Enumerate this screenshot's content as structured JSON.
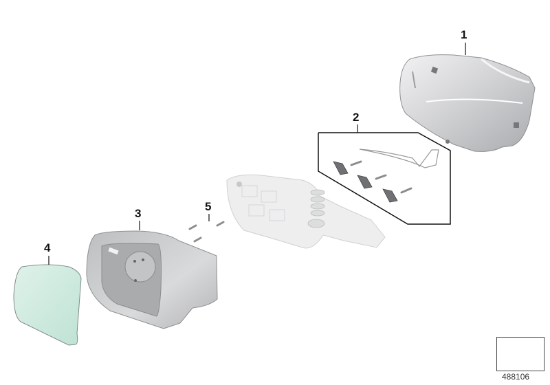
{
  "diagram": {
    "title": "Exterior mirror parts exploded view",
    "catalog_number": "488106",
    "parts": [
      {
        "id": "1",
        "label": "1",
        "description": "Mirror cap / outer housing cover"
      },
      {
        "id": "2",
        "label": "2",
        "description": "Mounting kit: clips, screws and wire bracket"
      },
      {
        "id": "3",
        "label": "3",
        "description": "Mirror housing frame"
      },
      {
        "id": "4",
        "label": "4",
        "description": "Mirror glass"
      },
      {
        "id": "5",
        "label": "5",
        "description": "Screws (x3)"
      }
    ],
    "unlabeled_parts": [
      {
        "description": "Mirror base / folding mechanism with spring"
      }
    ],
    "colors": {
      "background": "#ffffff",
      "part_gray": "#c8c9cb",
      "part_light": "#e6e7e8",
      "glass": "#cfe9df",
      "line": "#111111"
    }
  }
}
